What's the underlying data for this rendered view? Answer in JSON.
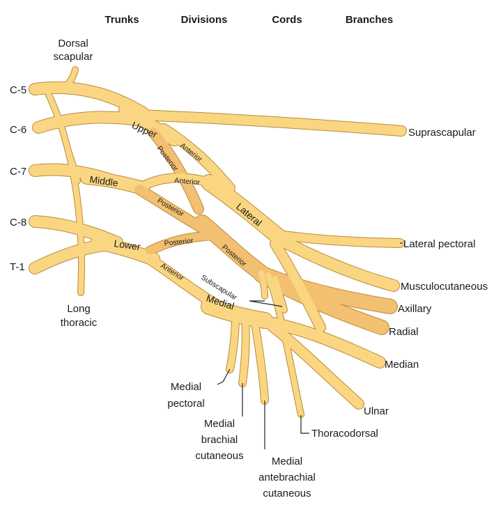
{
  "headers": [
    "Trunks",
    "Divisions",
    "Cords",
    "Branches"
  ],
  "roots": [
    "C-5",
    "C-6",
    "C-7",
    "C-8",
    "T-1"
  ],
  "trunks": [
    "Upper",
    "Middle",
    "Lower"
  ],
  "cords": [
    "Lateral",
    "Posterior",
    "Medial"
  ],
  "divisions": {
    "upper_anterior": "Anterior",
    "upper_posterior": "Posterior",
    "middle_anterior": "Anterior",
    "middle_posterior": "Posterior",
    "lower_posterior": "Posterior",
    "lower_anterior": "Anterior"
  },
  "branches": {
    "dorsal_scapular": [
      "Dorsal",
      "scapular"
    ],
    "long_thoracic": [
      "Long",
      "thoracic"
    ],
    "suprascapular": "Suprascapular",
    "lateral_pectoral": "Lateral pectoral",
    "musculocutaneous": "Musculocutaneous",
    "axillary": "Axillary",
    "radial": "Radial",
    "median": "Median",
    "ulnar": "Ulnar",
    "subscapular": "Subscapular",
    "thoracodorsal": "Thoracodorsal",
    "medial_pectoral": [
      "Medial",
      "pectoral"
    ],
    "medial_brachial_cutaneous": [
      "Medial",
      "brachial",
      "cutaneous"
    ],
    "medial_antebrachial_cutaneous": [
      "Medial",
      "antebrachial",
      "cutaneous"
    ]
  },
  "colors": {
    "nerve_fill": "#fbd682",
    "nerve_outline": "#b88a3a",
    "posterior_fill": "#f2c070",
    "label_text": "#1a1a1a"
  }
}
